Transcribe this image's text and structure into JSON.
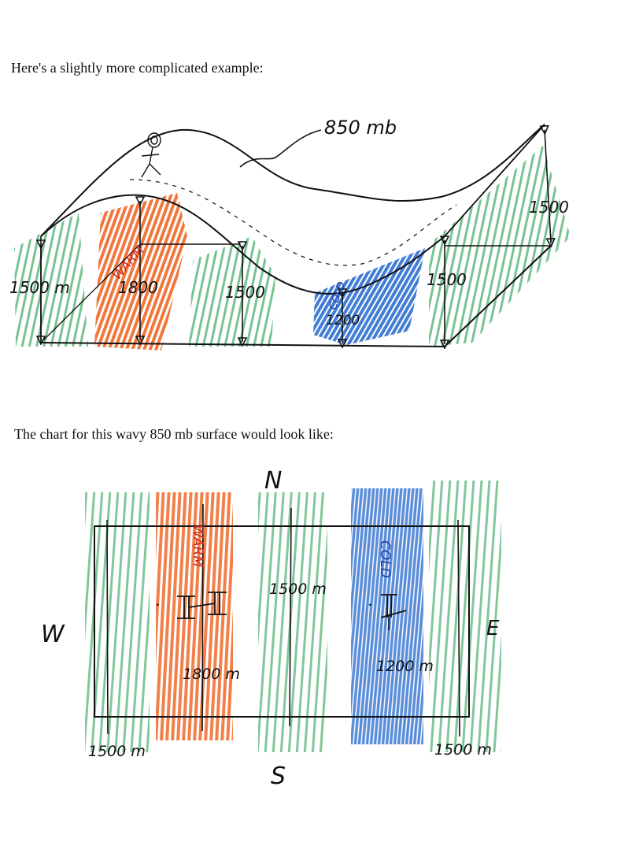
{
  "captions": {
    "top": "Here's a slightly more complicated example:",
    "bottom": "The chart for this wavy 850 mb surface would look like:"
  },
  "top_diagram": {
    "surface_label": "850 mb",
    "warm_label": "WARM",
    "cold_label": "COLD",
    "heights": {
      "left": "1500 m",
      "warm": "1800",
      "middle": "1500",
      "cold": "1200",
      "right_front": "1500",
      "right_back": "1500"
    }
  },
  "bottom_chart": {
    "directions": {
      "north": "N",
      "south": "S",
      "west": "W",
      "east": "E"
    },
    "warm_label": "WARM",
    "cold_label": "COLD",
    "high_label": "H",
    "low_label": "L",
    "contours": {
      "left": "1500 m",
      "warm": "1800 m",
      "middle": "1500 m",
      "cold": "1200 m",
      "right": "1500 m"
    }
  },
  "colors": {
    "green": "#4caf6e",
    "orange": "#ef6a2a",
    "blue": "#2f6fd0",
    "ink": "#111111",
    "red_text": "#c8281e",
    "blue_text": "#1f3fa8"
  }
}
